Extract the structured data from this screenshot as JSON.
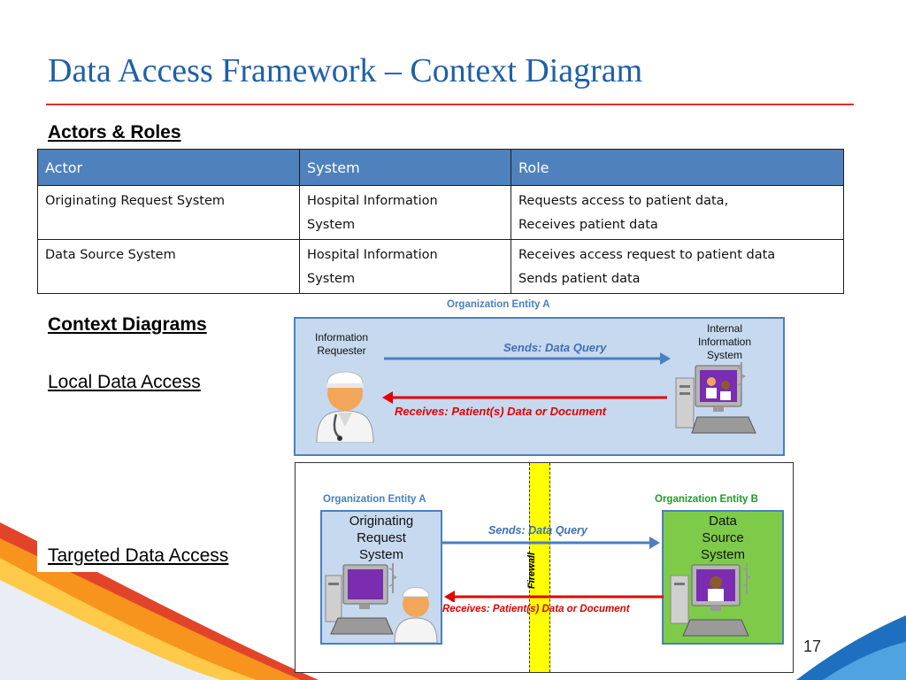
{
  "title": "Data Access Framework – Context Diagram",
  "actors_heading": "Actors & Roles",
  "table": {
    "headers": [
      "Actor",
      "System",
      "Role"
    ],
    "rows": [
      {
        "actor": "Originating Request System",
        "system_l1": "Hospital Information",
        "system_l2": "System",
        "role_l1": "Requests access to patient data,",
        "role_l2": "Receives patient data"
      },
      {
        "actor": "Data Source System",
        "system_l1": "Hospital Information",
        "system_l2": "System",
        "role_l1": "Receives access request to patient data",
        "role_l2": "Sends patient data"
      }
    ]
  },
  "context_heading": "Context Diagrams",
  "local_label": "Local Data Access",
  "targeted_label": "Targeted Data Access",
  "diagram1": {
    "caption": "Organization Entity A",
    "requester_l1": "Information",
    "requester_l2": "Requester",
    "system_l1": "Internal",
    "system_l2": "Information",
    "system_l3": "System",
    "send_label": "Sends: Data Query",
    "receive_label": "Receives: Patient(s) Data or Document"
  },
  "diagram2": {
    "orgA_caption": "Organization Entity A",
    "orgB_caption": "Organization Entity B",
    "orgA_l1": "Originating",
    "orgA_l2": "Request",
    "orgA_l3": "System",
    "orgB_l1": "Data",
    "orgB_l2": "Source",
    "orgB_l3": "System",
    "firewall": "Firewall",
    "send_label": "Sends: Data Query",
    "receive_label": "Receives: Patient(s) Data or Document"
  },
  "page_number": "17",
  "colors": {
    "title": "#1f5fa8",
    "rule": "#d9302b",
    "table_header": "#4f81bd",
    "org_blue": "#c6d9ef",
    "org_green": "#7ecb4a",
    "arrow_blue": "#4a7fc0",
    "arrow_red": "#e30000",
    "firewall": "#ffff00"
  }
}
